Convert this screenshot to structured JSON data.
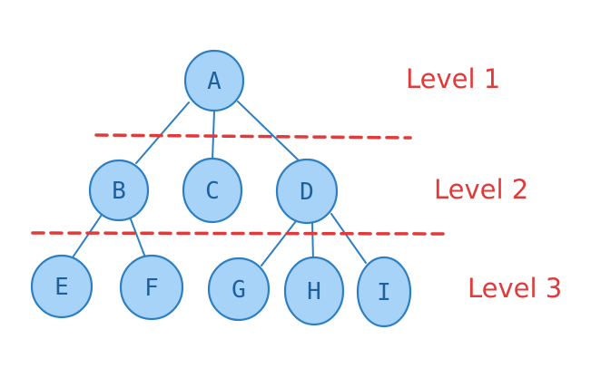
{
  "tree": {
    "nodes": {
      "A": "A",
      "B": "B",
      "C": "C",
      "D": "D",
      "E": "E",
      "F": "F",
      "G": "G",
      "H": "H",
      "I": "I"
    },
    "edges": [
      [
        "A",
        "B"
      ],
      [
        "A",
        "C"
      ],
      [
        "A",
        "D"
      ],
      [
        "B",
        "E"
      ],
      [
        "B",
        "F"
      ],
      [
        "D",
        "G"
      ],
      [
        "D",
        "H"
      ],
      [
        "D",
        "I"
      ]
    ]
  },
  "levels": [
    "Level 1",
    "Level 2",
    "Level 3"
  ],
  "colors": {
    "node_fill": "#a6d3f7",
    "node_stroke": "#2d7fc1",
    "divider": "#e03a3a",
    "level_text": "#e03a3a"
  }
}
